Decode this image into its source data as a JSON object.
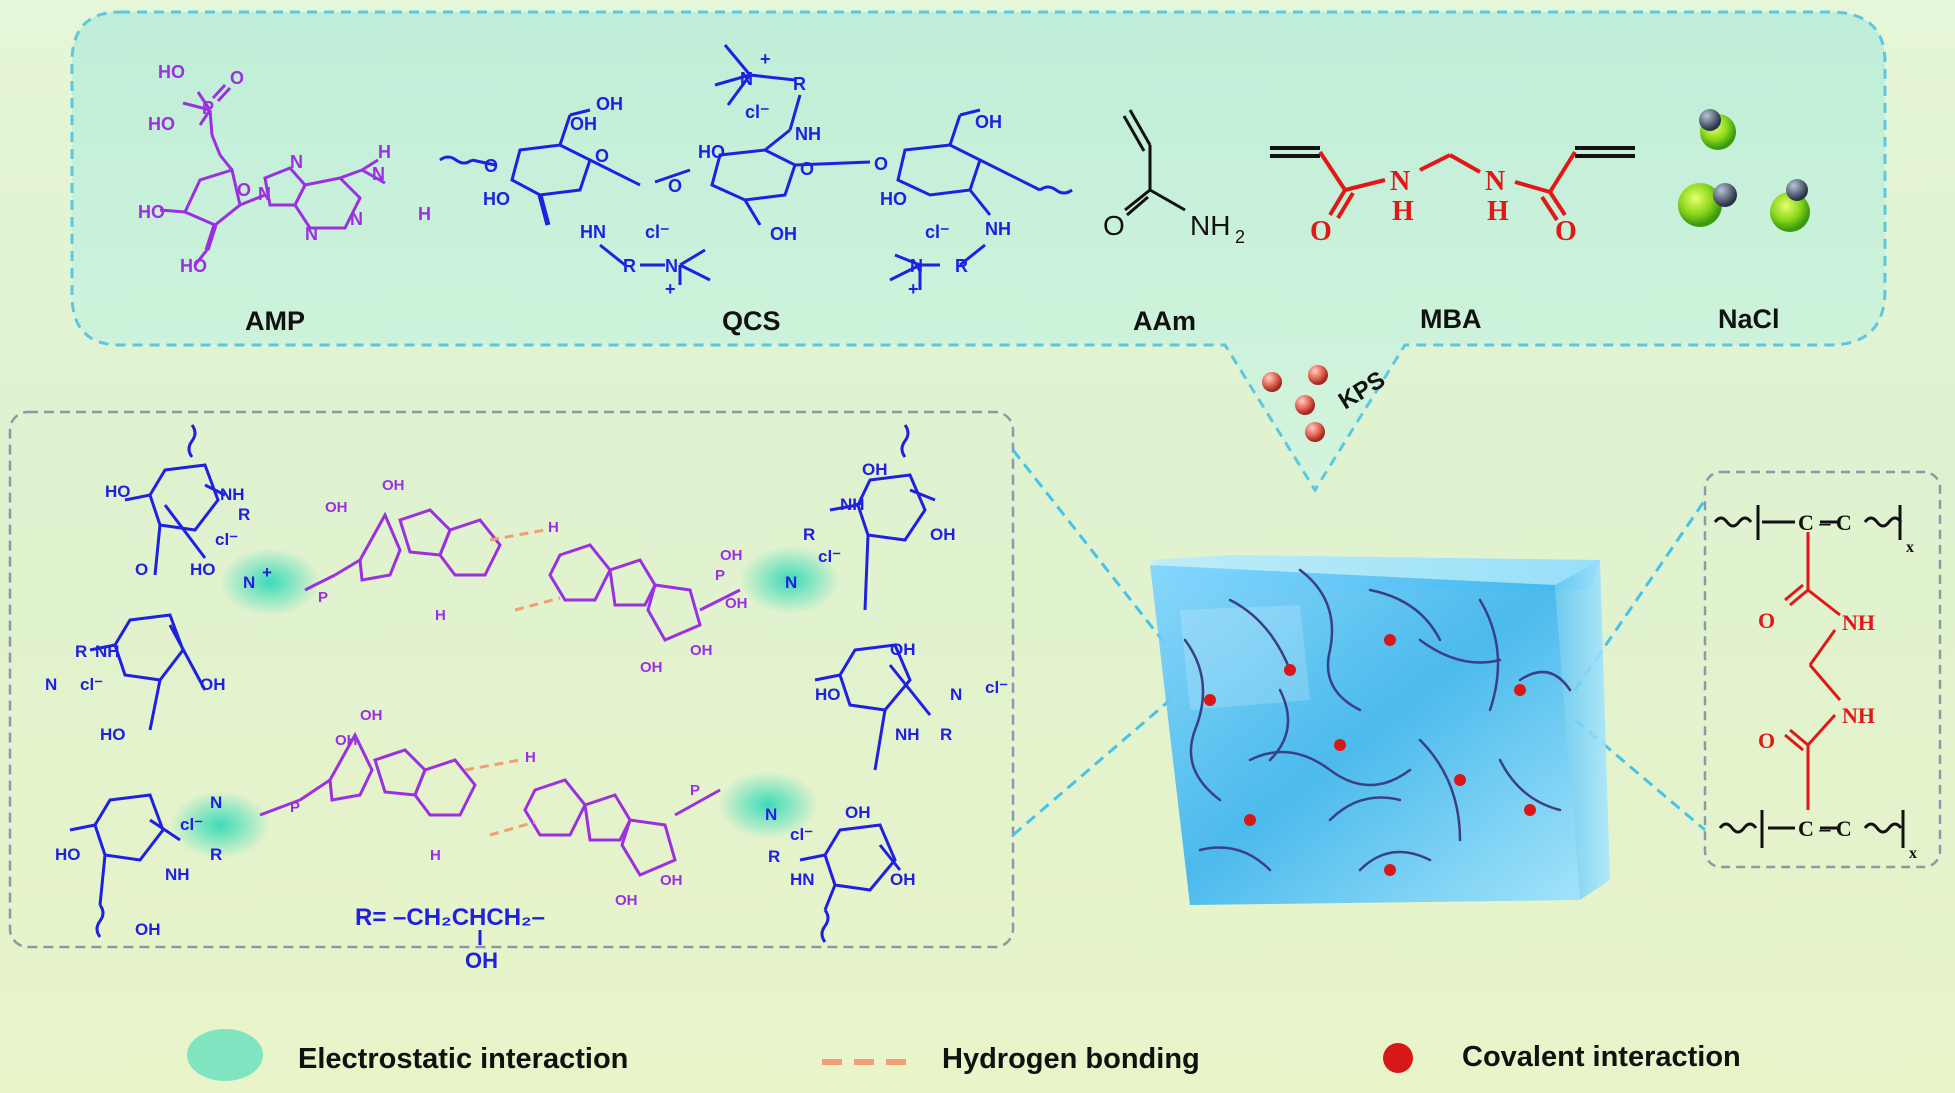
{
  "top_panel": {
    "labels": {
      "amp": "AMP",
      "qcs": "QCS",
      "aam": "AAm",
      "mba": "MBA",
      "nacl": "NaCl"
    },
    "amp_atoms": {
      "ho1": "HO",
      "ho2": "HO",
      "o_dbl": "O",
      "p": "P",
      "o_ring": "O",
      "n1": "N",
      "n2": "N",
      "n3": "N",
      "n4": "N",
      "nh2_n": "N",
      "h1": "H",
      "h2": "H",
      "ho3": "HO",
      "ho4": "HO"
    },
    "qcs_atoms": {
      "n_top": "N",
      "plus_top": "+",
      "r_top": "R",
      "cl_top": "cl⁻",
      "nh_top": "NH",
      "oh1": "OH",
      "oh2": "OH",
      "oh3": "OH",
      "oh4": "OH",
      "ho1": "HO",
      "ho2": "HO",
      "ho3": "HO",
      "o1": "O",
      "o2": "O",
      "o3": "O",
      "o4": "O",
      "o5": "O",
      "hn_bottom": "HN",
      "r_bottom": "R",
      "n_bottom": "N",
      "plus_bottom": "+",
      "cl_bottom": "cl⁻",
      "nh_right": "NH",
      "r_right": "R",
      "n_right": "N",
      "plus_right": "+",
      "cl_right": "cl⁻"
    },
    "aam_atoms": {
      "o": "O",
      "nh2": "NH",
      "sub2": "2"
    },
    "mba_atoms": {
      "o1": "O",
      "nh1": "N",
      "h1": "H",
      "nh2": "N",
      "h2": "H",
      "o2": "O"
    }
  },
  "kps_label": "KPS",
  "bottom_left": {
    "r_definition": "R= –CH₂CHCH₂–",
    "r_oh": "OH",
    "atoms": {
      "ho": "HO",
      "oh": "OH",
      "o": "O",
      "nh": "NH",
      "r": "R",
      "cl": "cl⁻",
      "n": "N",
      "plus": "+",
      "p": "P",
      "h": "H",
      "oh_u": "OH",
      "hn": "HN"
    }
  },
  "right_panel": {
    "top_chain": "C – C",
    "sub_x_top": "x",
    "o1": "O",
    "nh1": "NH",
    "nh2": "NH",
    "o2": "O",
    "bottom_chain": "C – C",
    "sub_x_bottom": "x"
  },
  "legend": {
    "electrostatic": "Electrostatic interaction",
    "hydrogen": "Hydrogen bonding",
    "covalent": "Covalent interaction"
  },
  "colors": {
    "amp_purple": "#9b30e0",
    "qcs_blue": "#2020e0",
    "mba_red": "#e01818",
    "panel_fill": "#c8f0d8",
    "dash_cyan": "#44c4e8",
    "covalent_red": "#d81818",
    "electrostatic_cyan": "#30d8b0",
    "hbond_orange": "#f0a070"
  }
}
